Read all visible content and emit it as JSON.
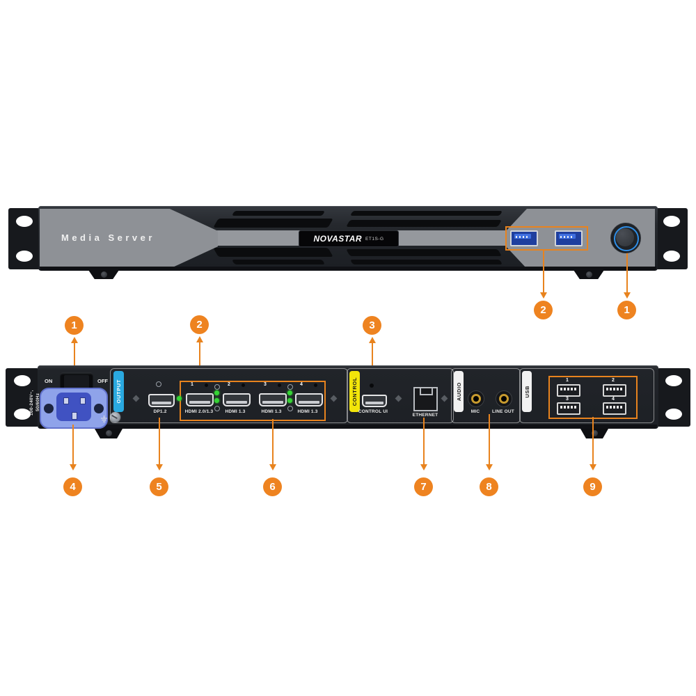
{
  "device": {
    "front": {
      "name_label": "Media Server",
      "badge": {
        "brand": "NOVASTAR",
        "model": "ET1S-G"
      }
    },
    "back": {
      "power": {
        "voltage_line1": "100-240V~,",
        "voltage_line2": "50/60Hz",
        "on_label": "ON",
        "off_label": "OFF"
      },
      "output_strip_label": "OUTPUT",
      "dp_port_label": "DP1.2",
      "hdmi_ports": [
        {
          "number": "1",
          "label": "HDMI 2.0/1.3"
        },
        {
          "number": "2",
          "label": "HDMI 1.3"
        },
        {
          "number": "3",
          "label": "HDMI 1.3"
        },
        {
          "number": "4",
          "label": "HDMI 1.3"
        }
      ],
      "control_strip_label": "CONTROL",
      "control_ui_label": "CONTROL UI",
      "ethernet_label": "ETHERNET",
      "audio_strip_label": "AUDIO",
      "mic_label": "MIC",
      "line_out_label": "LINE OUT",
      "usb_strip_label": "USB",
      "usb_ports": [
        {
          "number": "1"
        },
        {
          "number": "2"
        },
        {
          "number": "3"
        },
        {
          "number": "4"
        }
      ]
    }
  },
  "callouts": {
    "front": [
      {
        "number": "2"
      },
      {
        "number": "1"
      }
    ],
    "back_top": [
      {
        "number": "1"
      },
      {
        "number": "2"
      },
      {
        "number": "3"
      }
    ],
    "back_bottom": [
      {
        "number": "4"
      },
      {
        "number": "5"
      },
      {
        "number": "6"
      },
      {
        "number": "7"
      },
      {
        "number": "8"
      },
      {
        "number": "9"
      }
    ]
  },
  "colors": {
    "callout_orange": "#E8831E",
    "output_blue": "#2AA9E0",
    "control_yellow": "#F2E50A",
    "led_green": "#35D435",
    "usb3_blue": "#2A55B8",
    "power_button_ring": "#2F8FE8",
    "power_inlet_blue": "#8FA3EA",
    "audio_jack_gold": "#C79A2E"
  }
}
